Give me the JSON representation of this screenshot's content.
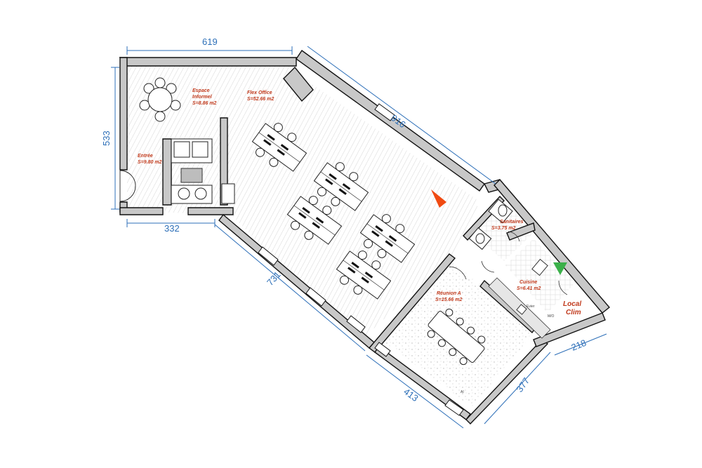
{
  "dimensions": {
    "top": "619",
    "left": "533",
    "bottom_left": "332",
    "diagonal_top": "916",
    "diagonal_bottom": "731",
    "bottom_meeting": "413",
    "right_meeting": "377",
    "right_clim": "218"
  },
  "rooms": {
    "espace_informel": {
      "line1": "Espace",
      "line2": "Informel",
      "area": "S=8.86 m2"
    },
    "flex_office": {
      "name": "Flex Office",
      "area": "S=52.66 m2"
    },
    "entree": {
      "name": "Entrée",
      "area": "S=9.80 m2"
    },
    "sanitaires": {
      "name": "Sanitaires",
      "area": "S=3.75 m2"
    },
    "cuisine": {
      "name": "Cuisine",
      "area": "S=6.41 m2"
    },
    "reunion": {
      "name": "Réunion A",
      "area": "S=15.66 m2"
    },
    "local_clim": {
      "line1": "Local",
      "line2": "Clim"
    }
  },
  "labels": {
    "evier": "Evier",
    "mo": "M/O",
    "ai": "AI"
  },
  "colors": {
    "wall": "#c8c8c8",
    "dimension": "#2d6fb8",
    "room_label": "#c0391b",
    "marker_red": "#f04a12",
    "marker_green": "#3bb04a"
  }
}
